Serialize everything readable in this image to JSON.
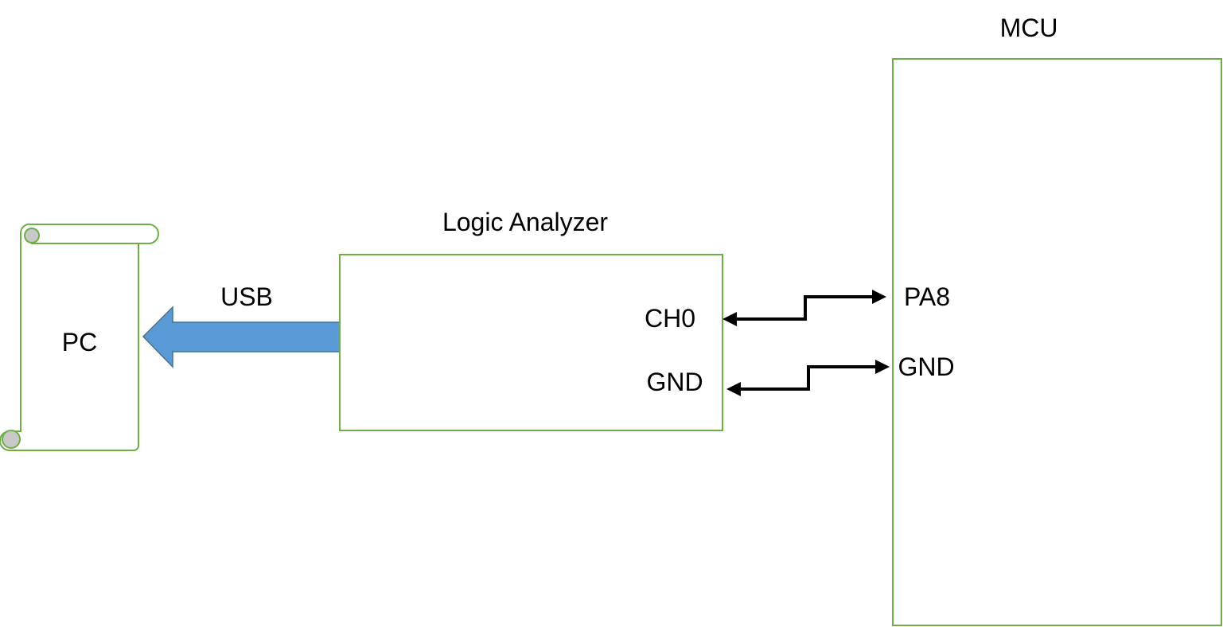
{
  "diagram": {
    "pc": {
      "label": "PC"
    },
    "usb": {
      "label": "USB"
    },
    "logic_analyzer": {
      "title": "Logic Analyzer",
      "pins": {
        "ch0": "CH0",
        "gnd": "GND"
      }
    },
    "mcu": {
      "title": "MCU",
      "pins": {
        "pa8": "PA8",
        "gnd": "GND"
      }
    }
  },
  "colors": {
    "box_border": "#70ad47",
    "usb_arrow_fill": "#5b9bd5",
    "usb_arrow_stroke": "#41719c",
    "scroll_curl": "#c9c9c9",
    "wire": "#000000"
  }
}
